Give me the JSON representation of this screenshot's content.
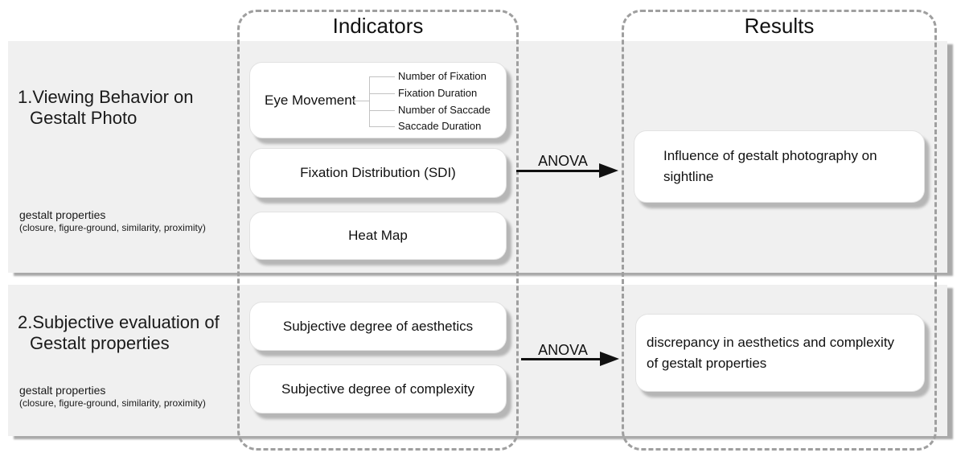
{
  "colors": {
    "panel_bg": "#f0f0f0",
    "panel_shadow": "#a9a9a9",
    "dash_border": "#9f9f9f",
    "box_shadow": "#b6b6b6",
    "arrow": "#111111",
    "text": "#1a1a1a"
  },
  "columns": {
    "indicators_label": "Indicators",
    "results_label": "Results"
  },
  "sections": [
    {
      "title_lines": [
        "1.Viewing Behavior on",
        "Gestalt Photo"
      ],
      "note_title": "gestalt properties",
      "note_detail": "(closure, figure-ground, similarity, proximity)",
      "eye_movement": {
        "label": "Eye Movement",
        "branches": [
          "Number of Fixation",
          "Fixation Duration",
          "Number of Saccade",
          "Saccade Duration"
        ]
      },
      "indicator_boxes": [
        "Fixation Distribution (SDI)",
        "Heat Map"
      ],
      "method_label": "ANOVA",
      "result_lines": [
        "Influence of gestalt photography on",
        "sightline"
      ]
    },
    {
      "title_lines": [
        "2.Subjective evaluation of",
        "Gestalt properties"
      ],
      "note_title": "gestalt properties",
      "note_detail": "(closure, figure-ground, similarity, proximity)",
      "indicator_boxes": [
        "Subjective degree of aesthetics",
        "Subjective degree of complexity"
      ],
      "method_label": "ANOVA",
      "result_lines": [
        "discrepancy in aesthetics and complexity",
        "of gestalt properties"
      ]
    }
  ]
}
